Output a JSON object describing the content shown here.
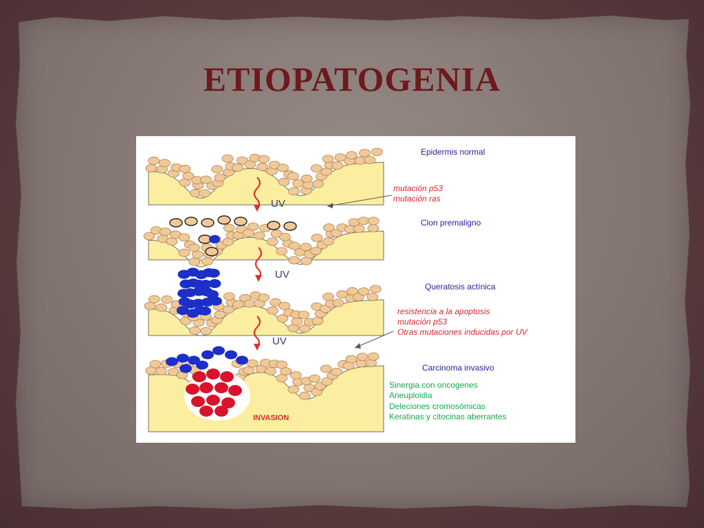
{
  "title": "ETIOPATOGENIA",
  "diagram": {
    "stages": [
      {
        "label": "Epidermis normal"
      },
      {
        "label": "Clon premaligno"
      },
      {
        "label": "Queratosis actínica"
      },
      {
        "label": "Carcinoma invasivo"
      }
    ],
    "uv_labels": [
      "UV",
      "UV",
      "UV"
    ],
    "mutations_1": [
      "mutación p53",
      "mutación ras"
    ],
    "mutations_2": [
      "resistencia a la apoptosis",
      "mutación p53",
      "Otras mutaciones inducidas por UV"
    ],
    "carcinoma_notes": [
      "Sinergia con oncogenes",
      "Aneuploidia",
      "Deleciones cromosómicas",
      "Keratinas y citocinas aberrantes"
    ],
    "invasion_label": "INVASION",
    "colors": {
      "dermis": "#fbeea0",
      "cell": "#f1c896",
      "cell_outline": "#a8865a",
      "premalignant_cell": "#1c2fc8",
      "invasive_cell": "#d8132b",
      "arrow": "#e0302a",
      "title": "#6e1a1c"
    }
  }
}
